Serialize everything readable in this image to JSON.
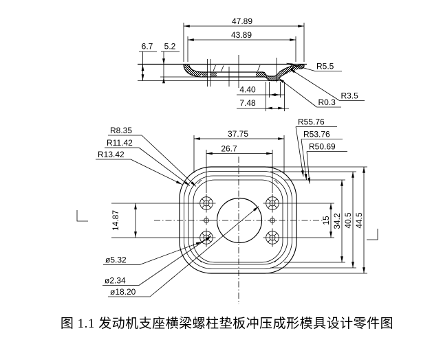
{
  "figure": {
    "section_view": {
      "dimensions": {
        "outer_width": "47.89",
        "inner_width": "43.89",
        "total_height": "6.7",
        "depth": "5.2",
        "bead_width": "4.40",
        "bead_outer_width": "7.48"
      },
      "radius_labels": {
        "rim_radius": "R5.5",
        "corner_radius": "R3.5",
        "bead_radius": "R0.3"
      }
    },
    "plan_view": {
      "dimensions": {
        "inner_width": "37.75",
        "hole_spacing_x": "26.7",
        "hole_spacing_left": "14.87",
        "hole_spacing_right": "15",
        "inner_height": "34.2",
        "mid_height": "40.5",
        "outer_height": "44.5"
      },
      "corner_radius_labels": {
        "inner": "R8.35",
        "middle": "R11.42",
        "outer": "R13.42"
      },
      "side_radius_labels": {
        "outer": "R55.76",
        "middle": "R53.76",
        "inner": "R50.69"
      },
      "diameter_labels": {
        "counterbore": "ø5.32",
        "small_hole": "ø2.34",
        "center_hole": "ø18.20"
      }
    },
    "caption": "图 1.1 发动机支座横梁螺柱垫板冲压成形模具设计零件图"
  },
  "colors": {
    "line": "#000000",
    "background": "#ffffff"
  }
}
